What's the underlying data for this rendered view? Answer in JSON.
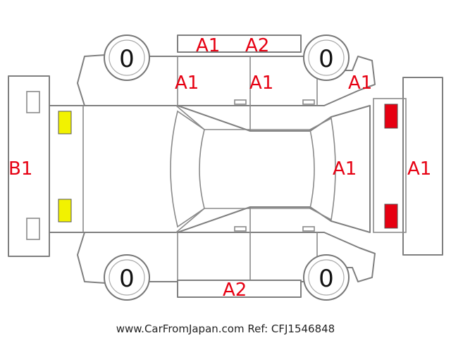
{
  "tire_readings": {
    "front_left": "0",
    "rear_left": "0",
    "front_right": "0",
    "rear_right": "0"
  },
  "damage_labels": {
    "top_bumper_a1": "A1",
    "top_bumper_a2": "A2",
    "left_front_door": "A1",
    "left_rear_door": "A1",
    "left_rear_fender": "A1",
    "front_bumper": "B1",
    "trunk_lid": "A1",
    "rear_bumper": "A1",
    "bottom_bumper": "A2"
  },
  "marker_colors": {
    "headlight": "#f2f200",
    "taillight": "#e60012"
  },
  "credit": "www.CarFromJapan.com Ref: CFJ1546848"
}
